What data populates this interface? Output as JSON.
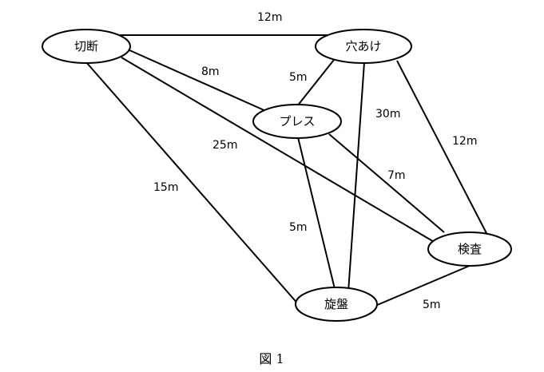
{
  "diagram": {
    "nodes": {
      "cutting": "切断",
      "drilling": "穴あけ",
      "press": "プレス",
      "lathe": "旋盤",
      "inspection": "検査"
    },
    "edges": {
      "cutting_drilling": "12m",
      "cutting_press": "8m",
      "drilling_press": "5m",
      "cutting_inspection": "25m",
      "drilling_lathe": "30m",
      "drilling_inspection": "12m",
      "cutting_lathe": "15m",
      "press_inspection": "7m",
      "press_lathe": "5m",
      "lathe_inspection": "5m"
    },
    "caption": "図 1"
  }
}
